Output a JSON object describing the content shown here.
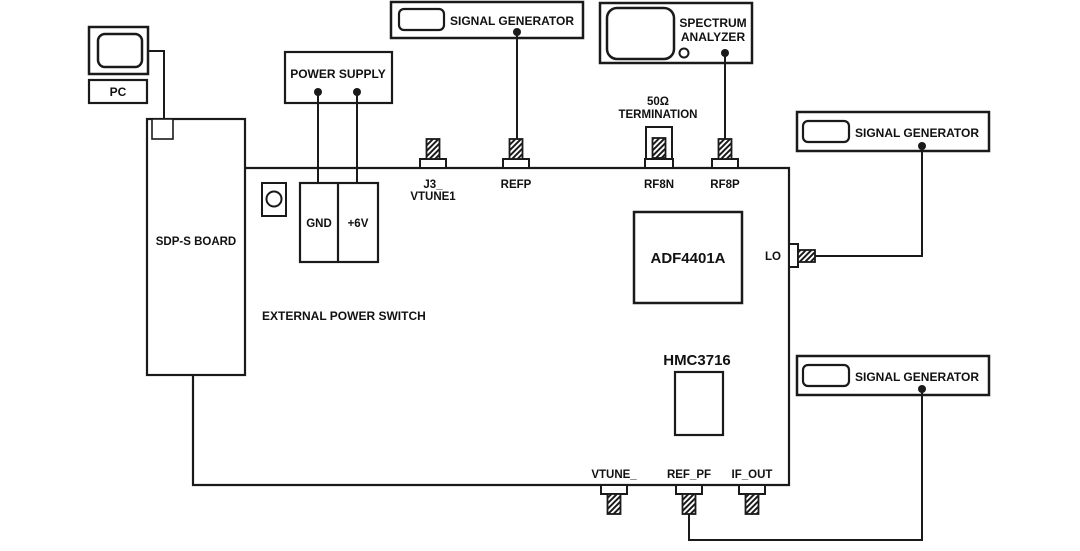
{
  "diagram": {
    "pc": {
      "label": "PC"
    },
    "sdp_board": {
      "label": "SDP-S BOARD"
    },
    "power_supply": {
      "label": "POWER SUPPLY",
      "gnd": "GND",
      "plus6v": "+6V"
    },
    "board": {
      "external_power_switch": "EXTERNAL POWER SWITCH"
    },
    "instruments": {
      "sig_gen_top": {
        "label": "SIGNAL GENERATOR"
      },
      "sig_gen_lo": {
        "label": "SIGNAL GENERATOR"
      },
      "sig_gen_ref": {
        "label": "SIGNAL GENERATOR"
      },
      "spectrum_analyzer": {
        "line1": "SPECTRUM",
        "line2": "ANALYZER"
      }
    },
    "termination": {
      "line1": "50Ω",
      "line2": "TERMINATION"
    },
    "connectors": {
      "j3": {
        "line1": "J3_",
        "line2": "VTUNE1"
      },
      "refp": "REFP",
      "rf8n": "RF8N",
      "rf8p": "RF8P",
      "lo": "LO",
      "vtune": "VTUNE_",
      "ref_pf": "REF_PF",
      "if_out": "IF_OUT"
    },
    "chips": {
      "adf4401a": "ADF4401A",
      "hmc3716": "HMC3716"
    },
    "colors": {
      "line": "#1a1a1a",
      "background": "#ffffff",
      "text": "#111111"
    }
  }
}
